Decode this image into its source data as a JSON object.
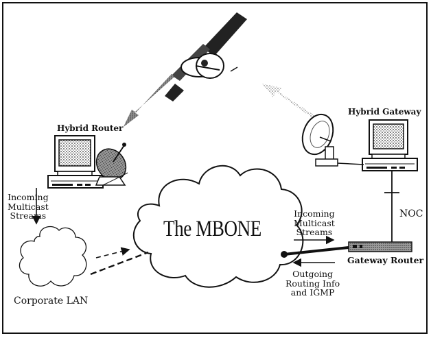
{
  "labels": {
    "hybrid_router": "Hybrid Router",
    "hybrid_gateway": "Hybrid Gateway",
    "incoming_left": [
      "Incoming",
      "Multicast",
      "Streams"
    ],
    "incoming_right": [
      "Incoming",
      "Multicast",
      "Streams"
    ],
    "outgoing": [
      "Outgoing",
      "Routing Info",
      "and IGMP"
    ],
    "mbone": "The MBONE",
    "noc": "NOC",
    "gateway_router": "Gateway Router",
    "corporate_lan": "Corporate LAN"
  },
  "icons": [
    "satellite-icon",
    "satellite-dish-icon",
    "computer-icon",
    "router-icon",
    "cloud-icon"
  ],
  "colors": {
    "ink": "#111111",
    "shade": "#777777"
  }
}
